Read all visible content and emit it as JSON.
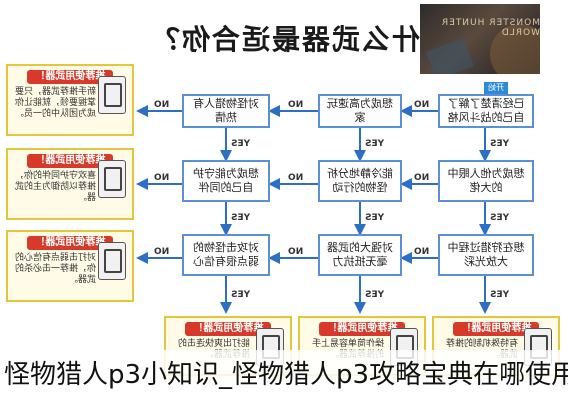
{
  "title": "什么武器最适合你？",
  "banner": {
    "logo": "MONSTER HUNTER WORLD"
  },
  "start_label": "开始",
  "yes_label": "YES",
  "no_label": "NO",
  "rows": [
    {
      "q3": "对怪物猎人有热情",
      "q2": "想成为高速玩家",
      "q1": "已经清楚了解了自己的战斗风格"
    },
    {
      "q3": "想成为能守护自己的同伴",
      "q2": "能冷静地分析怪物的行动",
      "q1": "想成为他人眼中的大佬"
    },
    {
      "q3": "对攻击怪物的弱点很有信心",
      "q2": "对强大的武器毫无抵抗力",
      "q1": "想在狩猎过程中大放光彩"
    }
  ],
  "recommend_header": "推荐使用武器！",
  "recommend": [
    {
      "text": "新手推荐武器，只要掌握要领，就能让你成为团队中的一员。"
    },
    {
      "text": "喜欢守护同伴的你，推荐以防御为主的武器。"
    },
    {
      "text": "对打击弱点有信心的你，推荐一击必杀的武器。"
    },
    {
      "text": "能打出爽快连击的推荐武器。"
    },
    {
      "text": "操作简单容易上手的推荐武器。"
    },
    {
      "text": "有特殊机制的推荐武器。"
    }
  ],
  "caption": "怪物猎人p3小知识_怪物猎人p3攻略宝典在哪使用"
}
